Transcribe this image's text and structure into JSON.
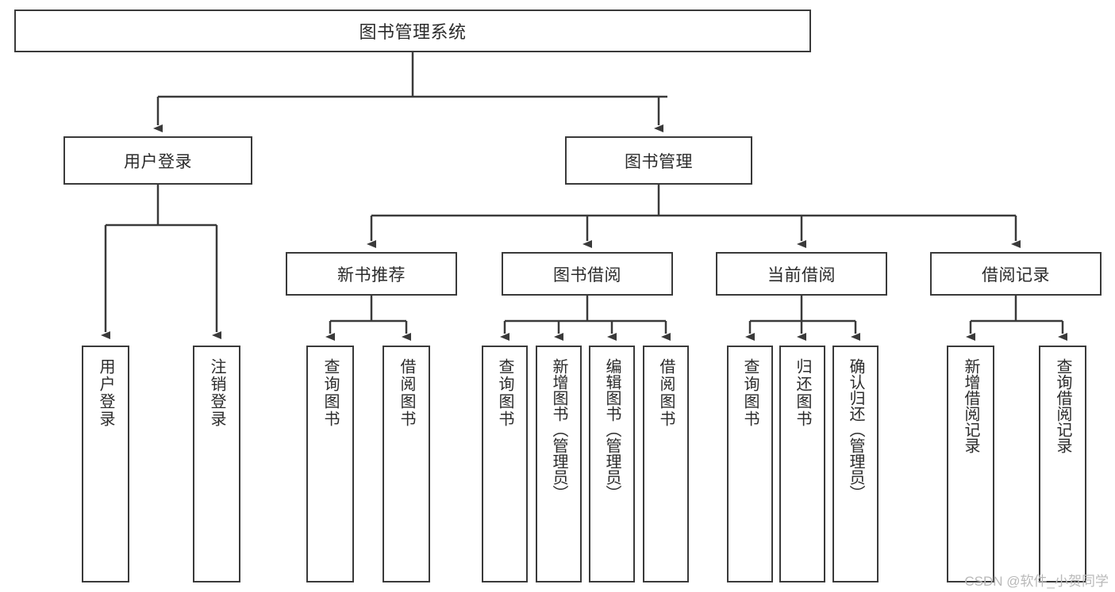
{
  "diagram": {
    "title": "图书管理系统",
    "type": "functional-structure-tree",
    "watermark": "CSDN @软件_小贺同学",
    "colors": {
      "stroke": "#3a3a3a",
      "text": "#2b2b2b",
      "background": "#ffffff",
      "watermark": "#b9b9b9"
    },
    "root": {
      "label": "图书管理系统"
    },
    "level1": [
      {
        "label": "用户登录"
      },
      {
        "label": "图书管理"
      }
    ],
    "level2": [
      {
        "label": "新书推荐"
      },
      {
        "label": "图书借阅"
      },
      {
        "label": "当前借阅"
      },
      {
        "label": "借阅记录"
      }
    ],
    "leaves": {
      "user_login": [
        {
          "label": "用户登录"
        },
        {
          "label": "注销登录"
        }
      ],
      "new_book_recommend": [
        {
          "label": "查询图书"
        },
        {
          "label": "借阅图书"
        }
      ],
      "book_borrow": [
        {
          "label": "查询图书"
        },
        {
          "label": "新增图书（管理员）"
        },
        {
          "label": "编辑图书（管理员）"
        },
        {
          "label": "借阅图书"
        }
      ],
      "current_borrow": [
        {
          "label": "查询图书"
        },
        {
          "label": "归还图书"
        },
        {
          "label": "确认归还（管理员）"
        }
      ],
      "borrow_record": [
        {
          "label": "新增借阅记录"
        },
        {
          "label": "查询借阅记录"
        }
      ]
    }
  }
}
